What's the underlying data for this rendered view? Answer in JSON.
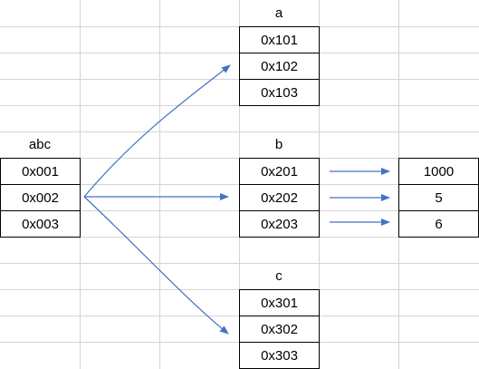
{
  "diagram": {
    "abc": {
      "title": "abc",
      "cells": [
        "0x001",
        "0x002",
        "0x003"
      ]
    },
    "a": {
      "title": "a",
      "cells": [
        "0x101",
        "0x102",
        "0x103"
      ]
    },
    "b": {
      "title": "b",
      "cells": [
        "0x201",
        "0x202",
        "0x203"
      ]
    },
    "c": {
      "title": "c",
      "cells": [
        "0x301",
        "0x302",
        "0x303"
      ]
    },
    "values": {
      "cells": [
        "1000",
        "5",
        "6"
      ]
    }
  },
  "colors": {
    "arrow": "#4472c4",
    "gridline": "#d4d4d4",
    "border": "#000000"
  }
}
